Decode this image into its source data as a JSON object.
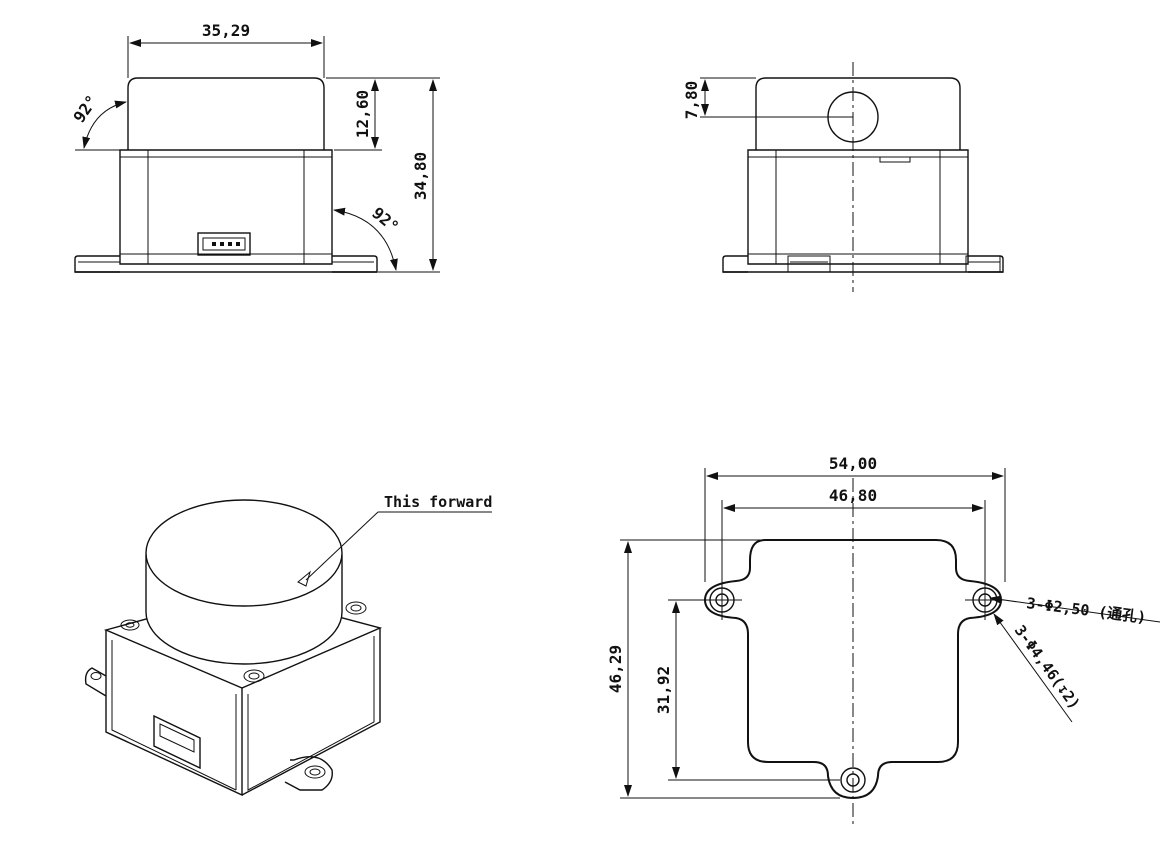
{
  "front_view": {
    "width_dim": "35,29",
    "cap_height_dim": "12,60",
    "total_height_dim": "34,80",
    "angle_left": "92°",
    "angle_right": "92°"
  },
  "side_view": {
    "lens_offset_dim": "7,80"
  },
  "iso_view": {
    "direction_label": "This forward"
  },
  "bottom_view": {
    "outer_width_dim": "54,00",
    "hole_spacing_dim": "46,80",
    "outer_height_dim": "46,29",
    "hole_vertical_dim": "31,92",
    "through_hole_note": "3-Φ2,50 (通孔)",
    "counterbore_note": "3-Φ4,46(↧2)"
  }
}
